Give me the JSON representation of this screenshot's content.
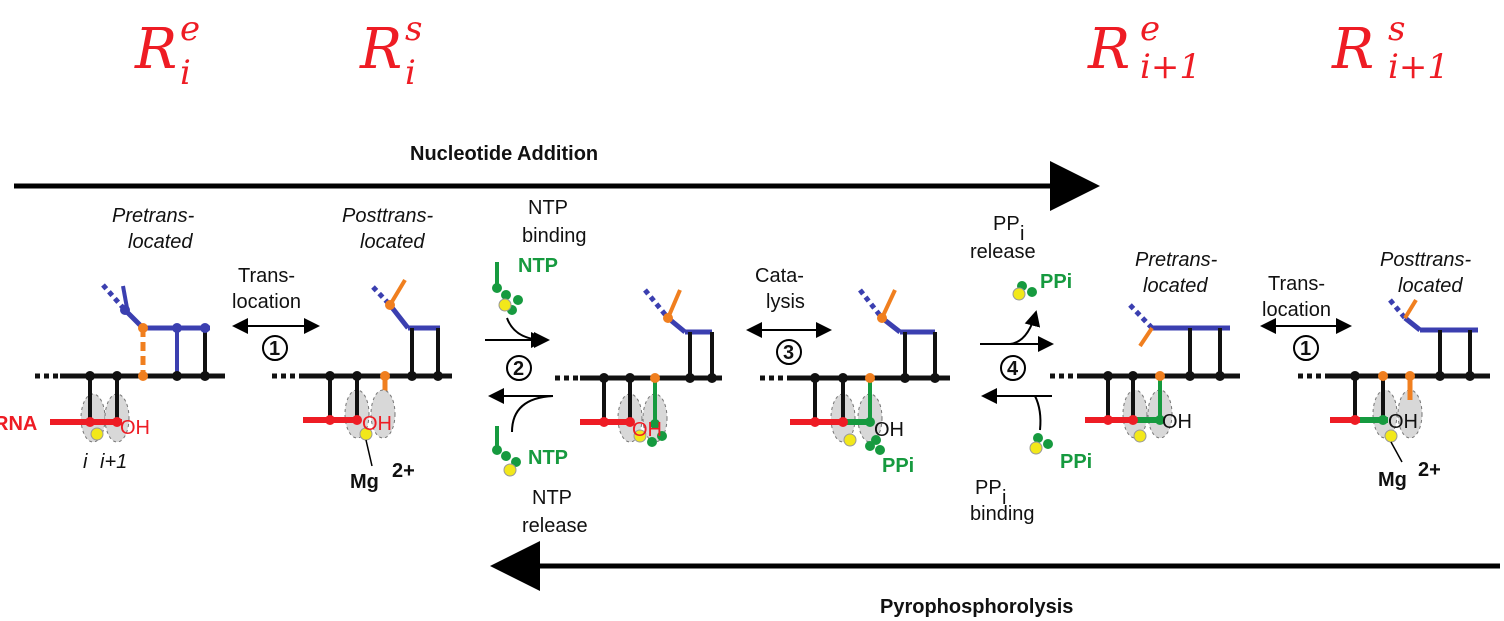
{
  "states": [
    {
      "base": "R",
      "sup": "e",
      "sub": "i"
    },
    {
      "base": "R",
      "sup": "s",
      "sub": "i"
    },
    {
      "base": "R",
      "sup": "e",
      "sub": "i+1"
    },
    {
      "base": "R",
      "sup": "s",
      "sub": "i+1"
    }
  ],
  "forward_label": "Nucleotide  Addition",
  "reverse_label": "Pyrophosphorolysis",
  "config_labels": {
    "pre_1": [
      "Pretrans-",
      "located"
    ],
    "post_1": [
      "Posttrans-",
      "located"
    ],
    "pre_2": [
      "Pretrans-",
      "located"
    ],
    "post_2": [
      "Posttrans-",
      "located"
    ]
  },
  "steps": {
    "translocation_1": {
      "number": "1",
      "lines": [
        "Trans-",
        "location"
      ]
    },
    "ntp": {
      "number": "2",
      "forward": [
        "NTP",
        "binding"
      ],
      "reverse": [
        "NTP",
        "release"
      ],
      "molecule": "NTP"
    },
    "catalysis": {
      "number": "3",
      "lines": [
        "Cata-",
        "lysis"
      ]
    },
    "ppi": {
      "number": "4",
      "forward_main": "PP",
      "forward_sub": "i",
      "forward_rest": "release",
      "reverse_main": "PP",
      "reverse_sub": "i",
      "reverse_rest": "binding",
      "molecule": "PPi"
    },
    "translocation_2": {
      "number": "1",
      "lines": [
        "Trans-",
        "location"
      ]
    }
  },
  "labels": {
    "rna": "RNA",
    "oh": "OH",
    "pos_i": "i",
    "pos_i1": "i+1",
    "mg": "Mg",
    "mg_sup": "2+",
    "ppi_product": "PPi"
  },
  "colors": {
    "rna": "#ee1c24",
    "template": "#3b3fb0",
    "dna": "#111111",
    "nucleotide": "#169a3f",
    "active_site": "#f07f1f",
    "mg_ion": "#f2e81a",
    "state_label": "#ee1c24"
  }
}
